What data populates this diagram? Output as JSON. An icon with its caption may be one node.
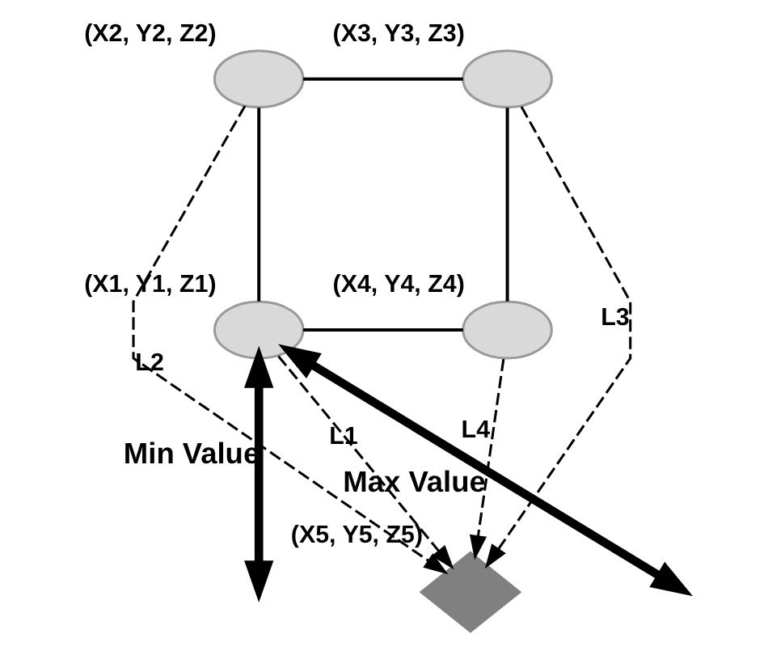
{
  "diagram": {
    "nodes": [
      {
        "text": [],
        "shape": "circle",
        "beside": [
          "(X2, Y2, Z2)"
        ]
      },
      {
        "text": [],
        "shape": "circle",
        "beside": [
          "(X3, Y3, Z3)"
        ]
      },
      {
        "text": [],
        "shape": "circle",
        "beside": [
          "(X1, Y1, Z1)"
        ]
      },
      {
        "text": [],
        "shape": "circle",
        "beside": [
          "(X4, Y4, Z4)"
        ]
      },
      {
        "text": [],
        "shape": "diamond",
        "beside": [
          "(X5, Y5, Z5)"
        ]
      }
    ],
    "edges": [
      {
        "from": 0,
        "to": 1,
        "arrow": "none"
      },
      {
        "from": 0,
        "to": 2,
        "arrow": "none"
      },
      {
        "from": 1,
        "to": 3,
        "arrow": "none"
      },
      {
        "from": 2,
        "to": 3,
        "arrow": "none"
      },
      {
        "from": 2,
        "to": 4,
        "arrow": "to",
        "style": "dashed",
        "label": "L1"
      },
      {
        "from": 0,
        "to": 4,
        "arrow": "to",
        "style": "dashed",
        "label": "L2"
      },
      {
        "from": 1,
        "to": 4,
        "arrow": "to",
        "style": "dashed",
        "label": "L3"
      },
      {
        "from": 3,
        "to": 4,
        "arrow": "to",
        "style": "dashed",
        "label": "L4"
      },
      {
        "from": 2,
        "to": null,
        "arrow": "both",
        "style": "thick",
        "label": "Max Value"
      },
      {
        "from": 2,
        "to": null,
        "arrow": "both",
        "style": "thick",
        "label": "Min Value"
      }
    ]
  }
}
